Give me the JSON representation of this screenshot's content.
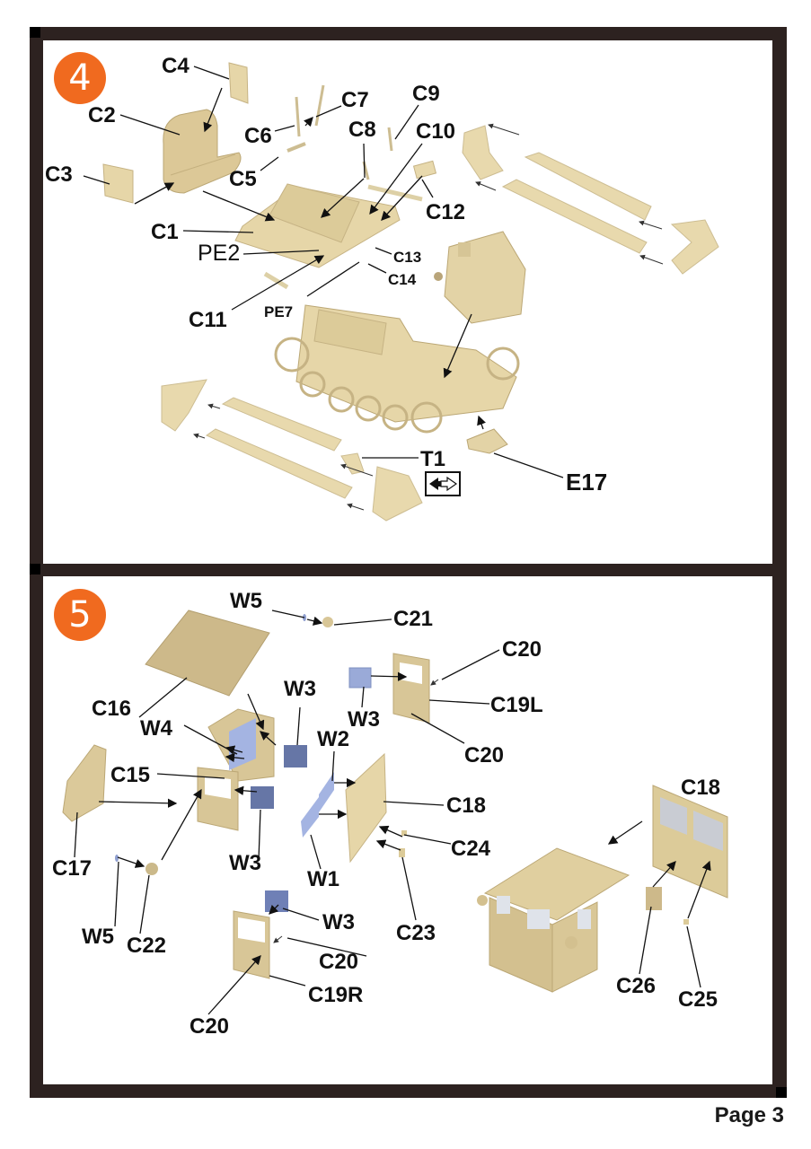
{
  "page": {
    "label": "Page 3"
  },
  "colors": {
    "frame": "#2d2220",
    "badge": "#f06a1f",
    "part": "#e3d3a6",
    "part_shade": "#c9b583",
    "glass_light": "#9fb0dc",
    "glass_dark": "#6676a6",
    "leader": "#111111"
  },
  "step4": {
    "number": "4",
    "labels": {
      "C4": "C4",
      "C2": "C2",
      "C7": "C7",
      "C6": "C6",
      "C9": "C9",
      "C8": "C8",
      "C10": "C10",
      "C3": "C3",
      "C5": "C5",
      "C12": "C12",
      "C1": "C1",
      "PE2": "PE2",
      "C13": "C13",
      "C14": "C14",
      "C11": "C11",
      "PE7": "PE7",
      "T1": "T1",
      "E17": "E17"
    },
    "icons": {
      "T1_orientation": "left-right-arrow-icon"
    }
  },
  "step5": {
    "number": "5",
    "labels": {
      "W5_top": "W5",
      "C21": "C21",
      "C20_top": "C20",
      "C16": "C16",
      "W3_a": "W3",
      "W3_b": "W3",
      "C19L": "C19L",
      "W4": "W4",
      "W2": "W2",
      "C20_mid": "C20",
      "C15": "C15",
      "C18_left": "C18",
      "C18_right": "C18",
      "C24": "C24",
      "C17": "C17",
      "W3_c": "W3",
      "W1": "W1",
      "W5_bottom": "W5",
      "C22": "C22",
      "W3_d": "W3",
      "C23": "C23",
      "C26": "C26",
      "C20_low": "C20",
      "C19R": "C19R",
      "C25": "C25",
      "C20_bottom": "C20"
    }
  }
}
